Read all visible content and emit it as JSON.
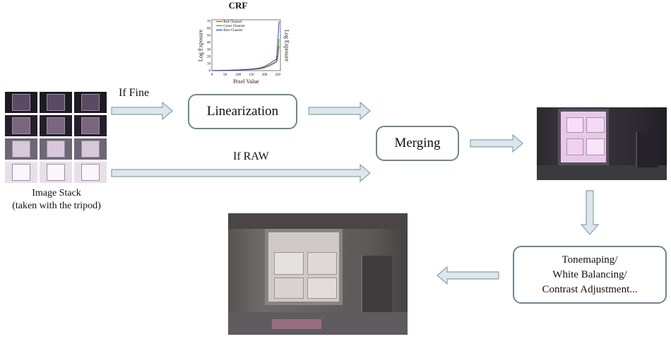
{
  "crf": {
    "title": "CRF",
    "xlabel": "Pixel Value",
    "ylabel_left": "Log Exposure",
    "ylabel_right": "Log Exposure",
    "x_ticks": [
      "0",
      "50",
      "100",
      "150",
      "200",
      "250"
    ],
    "y_ticks": [
      "0",
      "10",
      "20",
      "30",
      "40",
      "50",
      "60",
      "70"
    ],
    "legend": [
      "Red Channel",
      "Green Channel",
      "Blue Channel"
    ],
    "colors": {
      "red": "#d22",
      "green": "#2a2",
      "blue": "#22c"
    }
  },
  "chart_data": {
    "type": "line",
    "title": "CRF",
    "xlabel": "Pixel Value",
    "ylabel": "Log Exposure",
    "xlim": [
      0,
      260
    ],
    "ylim": [
      0,
      72
    ],
    "series": [
      {
        "name": "Red Channel",
        "x": [
          0,
          50,
          100,
          150,
          180,
          200,
          220,
          235,
          245,
          250,
          255
        ],
        "values": [
          0,
          0.3,
          0.8,
          1.5,
          2.5,
          4,
          7,
          10,
          12,
          18,
          35
        ]
      },
      {
        "name": "Green Channel",
        "x": [
          0,
          50,
          100,
          150,
          180,
          200,
          220,
          235,
          245,
          250,
          255
        ],
        "values": [
          0,
          0.3,
          0.9,
          1.8,
          3,
          5,
          8,
          11,
          14,
          22,
          45
        ]
      },
      {
        "name": "Blue Channel",
        "x": [
          0,
          50,
          100,
          150,
          180,
          200,
          220,
          235,
          245,
          250,
          255
        ],
        "values": [
          0,
          0.4,
          1,
          2.2,
          3.5,
          6,
          10,
          14,
          16,
          40,
          70
        ]
      }
    ]
  },
  "stack": {
    "caption_line1": "Image Stack",
    "caption_line2": "(taken with the tripod)"
  },
  "labels": {
    "if_fine": "If Fine",
    "if_raw": "If RAW"
  },
  "boxes": {
    "linearization": "Linearization",
    "merging": "Merging",
    "tonemap_line1": "Tonemaping/",
    "tonemap_line2": "White Balancing/",
    "tonemap_line3": "Contrast Adjustment..."
  },
  "theme": {
    "arrow_fill": "#dde6ec",
    "arrow_stroke": "#8aa0ab",
    "box_border": "#6f8590"
  }
}
